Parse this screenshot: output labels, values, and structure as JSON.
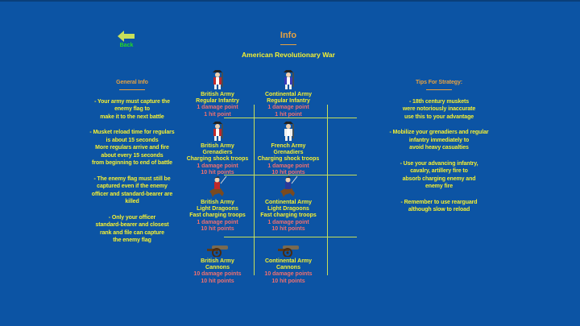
{
  "screen": {
    "title": "Info",
    "subtitle": "American Revolutionary War"
  },
  "back_button": {
    "label": "Back",
    "icon": "arrow-left-icon"
  },
  "general_info": {
    "heading": "General Info",
    "paragraphs": [
      [
        "- Your army must capture the",
        "enemy flag to",
        "make it to the next battle"
      ],
      [
        "- Musket reload time for regulars",
        "is about 15 seconds",
        "More regulars arrive and fire",
        "about every 15 seconds",
        "from beginning to end of battle"
      ],
      [
        "- The enemy flag must still be",
        "captured even if the enemy",
        "officer and standard-bearer are",
        "killed"
      ],
      [
        "- Only your officer",
        "standard-bearer and closest",
        "rank and file can capture",
        "the enemy flag"
      ]
    ]
  },
  "tips": {
    "heading": "Tips For Strategy:",
    "paragraphs": [
      [
        "- 18th century muskets",
        "were notoriously inaccurate",
        "use this to your advantage"
      ],
      [
        "- Mobilize your grenadiers and regular",
        "infantry immediately to",
        "avoid heavy casualties"
      ],
      [
        "- Use your advancing infantry,",
        "cavalry, artillery fire to",
        "absorb charging enemy and",
        "enemy fire"
      ],
      [
        "- Remember to use rearguard",
        "although slow to reload"
      ]
    ]
  },
  "units": [
    {
      "icon": "british-regular-infantry-icon",
      "army": "British Army",
      "type": "Regular Infantry",
      "role": "",
      "damage": "1 damage point",
      "hp": "1 hit point",
      "color": "#c0282a"
    },
    {
      "icon": "continental-regular-infantry-icon",
      "army": "Continental Army",
      "type": "Regular Infantry",
      "role": "",
      "damage": "1 damage point",
      "hp": "1 hit point",
      "color": "#3a3ab8"
    },
    {
      "icon": "british-grenadier-icon",
      "army": "British Army",
      "type": "Grenadiers",
      "role": "Charging shock troops",
      "damage": "1 damage point",
      "hp": "10 hit points",
      "color": "#c0282a"
    },
    {
      "icon": "french-grenadier-icon",
      "army": "French Army",
      "type": "Grenadiers",
      "role": "Charging shock troops",
      "damage": "1 damage point",
      "hp": "10 hit points",
      "color": "#f0f0f0"
    },
    {
      "icon": "british-light-dragoon-icon",
      "army": "British Army",
      "type": "Light Dragoons",
      "role": "Fast charging troops",
      "damage": "1 damage point",
      "hp": "10 hit points",
      "color": "#c0282a"
    },
    {
      "icon": "continental-light-dragoon-icon",
      "army": "Continental Army",
      "type": "Light Dragoons",
      "role": "Fast charging troops",
      "damage": "1 damage point",
      "hp": "10 hit points",
      "color": "#2a3a9a"
    },
    {
      "icon": "british-cannon-icon",
      "army": "British Army",
      "type": "Cannons",
      "role": "",
      "damage": "10 damage points",
      "hp": "10 hit points",
      "color": "#8a6a3a"
    },
    {
      "icon": "continental-cannon-icon",
      "army": "Continental Army",
      "type": "Cannons",
      "role": "",
      "damage": "10 damage points",
      "hp": "10 hit points",
      "color": "#8a6a3a"
    }
  ],
  "colors": {
    "background": "#0c54a4",
    "heading": "#e8a240",
    "text": "#f5f032",
    "stats": "#f07070",
    "back": "#22dd22",
    "grid": "#c8e05a"
  }
}
